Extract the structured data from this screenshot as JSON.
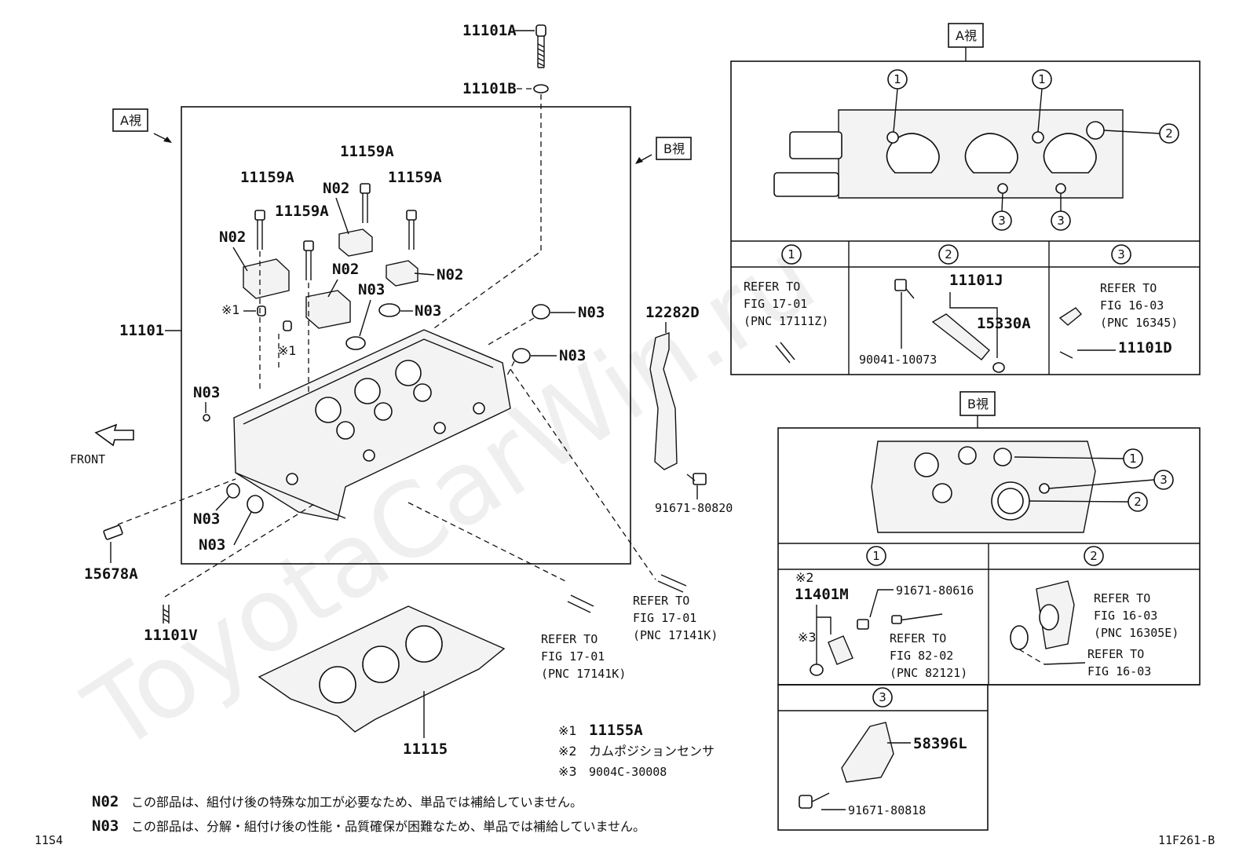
{
  "watermark": "ToyotaCarWin.ru",
  "page_code_left": "11S4",
  "page_code_right": "11F261-B",
  "main": {
    "view_a_tag": "A視",
    "view_b_tag": "B視",
    "front_label": "FRONT",
    "parts": {
      "p11101A": "11101A",
      "p11101B": "11101B",
      "p11159A_1": "11159A",
      "p11159A_2": "11159A",
      "p11159A_3": "11159A",
      "p11159A_4": "11159A",
      "n02_1": "N02",
      "n02_2": "N02",
      "n02_3": "N02",
      "n02_4": "N02",
      "n03_1": "N03",
      "n03_2": "N03",
      "n03_3": "N03",
      "n03_4": "N03",
      "n03_5": "N03",
      "n03_6": "N03",
      "n03_7": "N03",
      "star1_a": "※1",
      "star1_b": "※1",
      "p11101": "11101",
      "p12282D": "12282D",
      "p91671_80820": "91671-80820",
      "p15678A": "15678A",
      "p11101V": "11101V",
      "p11115": "11115"
    },
    "refer_a": {
      "l1": "REFER TO",
      "l2": "FIG 17-01",
      "l3": "(PNC 17141K)"
    },
    "refer_b": {
      "l1": "REFER TO",
      "l2": "FIG 17-01",
      "l3": "(PNC 17141K)"
    }
  },
  "notes": {
    "n1_mark": "※1",
    "n1_text": "11155A",
    "n2_mark": "※2",
    "n2_text": "カムポジションセンサ",
    "n3_mark": "※3",
    "n3_text": "9004C-30008",
    "n02_code": "N02",
    "n02_text": "この部品は、組付け後の特殊な加工が必要なため、単品では補給していません。",
    "n03_code": "N03",
    "n03_text": "この部品は、分解・組付け後の性能・品質確保が困難なため、単品では補給していません。"
  },
  "view_a": {
    "tag": "A視",
    "callouts": {
      "c1a": "1",
      "c1b": "1",
      "c2": "2",
      "c3a": "3",
      "c3b": "3"
    },
    "sub1": {
      "num": "1",
      "l1": "REFER TO",
      "l2": "FIG 17-01",
      "l3": "(PNC 17111Z)"
    },
    "sub2": {
      "num": "2",
      "p1": "11101J",
      "p2": "15330A",
      "p3": "90041-10073"
    },
    "sub3": {
      "num": "3",
      "l1": "REFER TO",
      "l2": "FIG 16-03",
      "l3": "(PNC 16345)",
      "p1": "11101D"
    }
  },
  "view_b": {
    "tag": "B視",
    "callouts": {
      "c1": "1",
      "c3": "3",
      "c2": "2"
    },
    "sub1": {
      "num": "1",
      "star2": "※2",
      "p1": "11401M",
      "star3": "※3",
      "p2": "91671-80616",
      "l1": "REFER TO",
      "l2": "FIG 82-02",
      "l3": "(PNC 82121)"
    },
    "sub2": {
      "num": "2",
      "l1": "REFER TO",
      "l2": "FIG 16-03",
      "l3": "(PNC 16305E)",
      "m1": "REFER TO",
      "m2": "FIG 16-03"
    },
    "sub3": {
      "num": "3",
      "p1": "58396L",
      "p2": "91671-80818"
    }
  }
}
